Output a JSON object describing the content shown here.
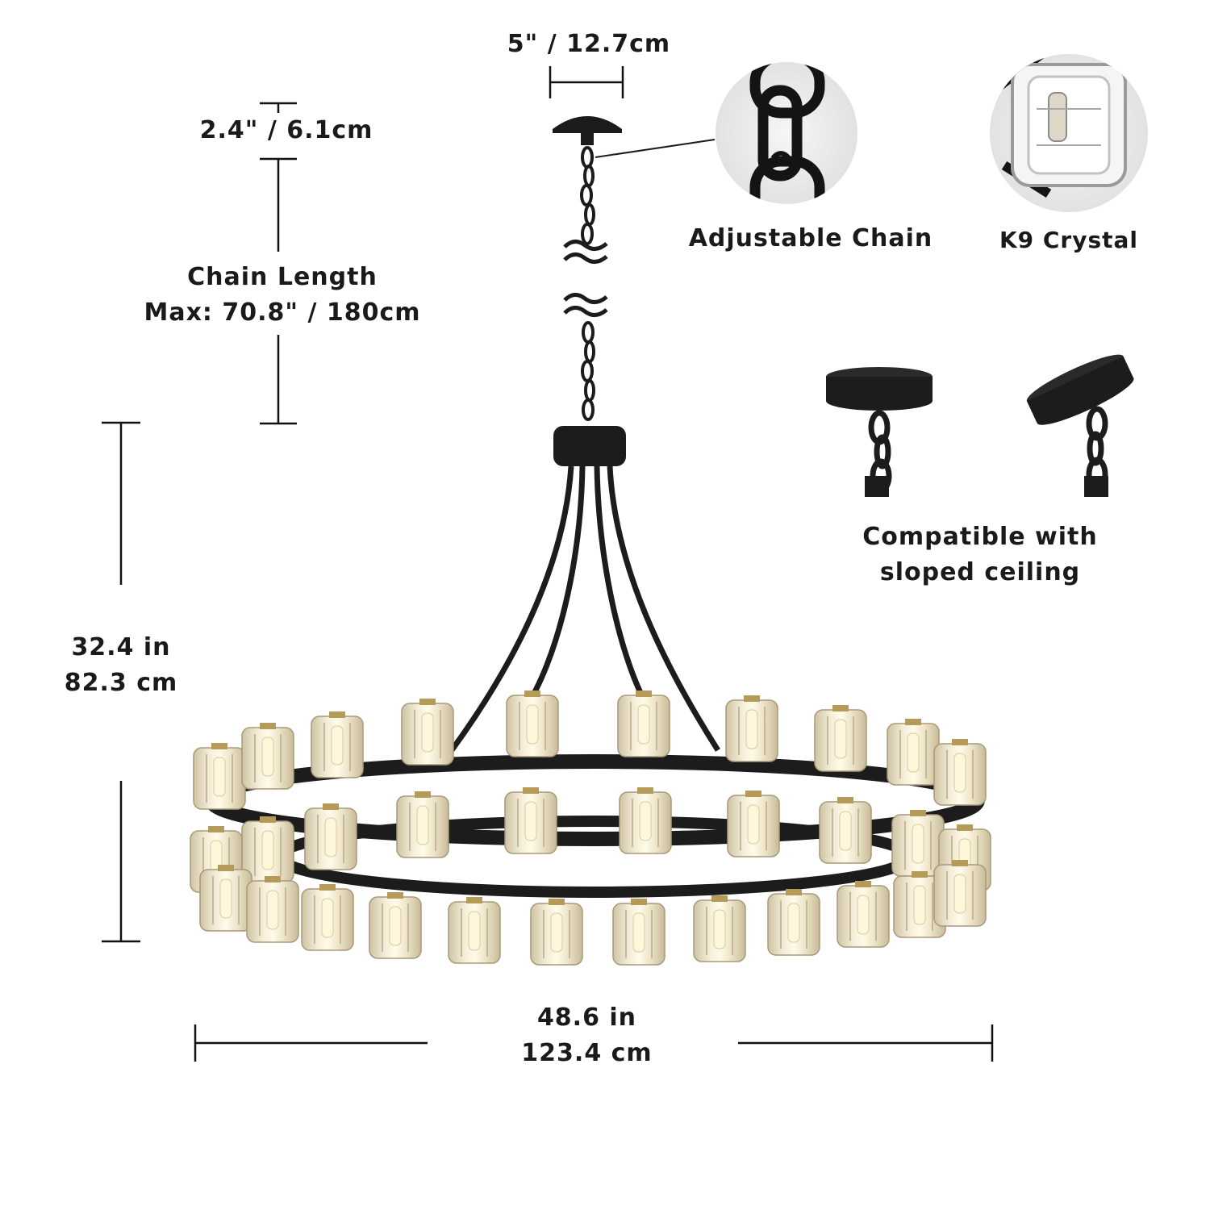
{
  "labels": {
    "canopy_width": "5\" / 12.7cm",
    "canopy_height": "2.4\" / 6.1cm",
    "chain_length_title": "Chain Length",
    "chain_length_max": "Max: 70.8\" / 180cm",
    "height_in": "32.4 in",
    "height_cm": "82.3 cm",
    "width_in": "48.6 in",
    "width_cm": "123.4 cm",
    "adjustable_chain": "Adjustable Chain",
    "k9_crystal": "K9 Crystal",
    "compatible_line1": "Compatible with",
    "compatible_line2": "sloped ceiling"
  },
  "colors": {
    "metal": "#1c1c1c",
    "glass": "#e4d9bd",
    "bulb_glow": "#fff6d8",
    "inset_bg": "#eeeeee"
  }
}
